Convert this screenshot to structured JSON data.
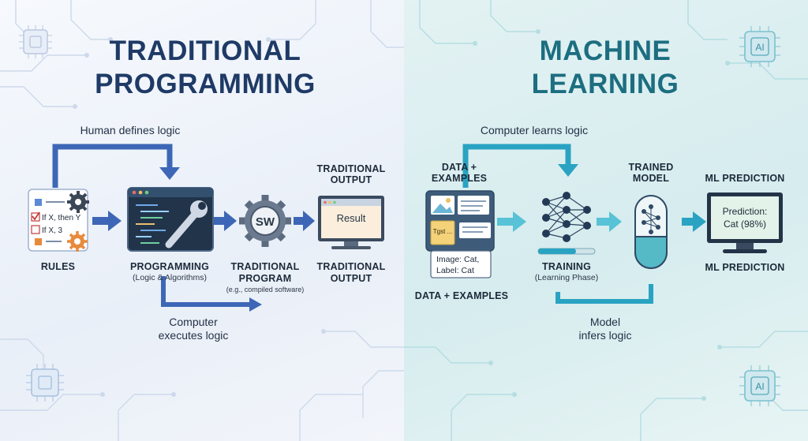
{
  "left": {
    "title": [
      "TRADITIONAL",
      "PROGRAMMING"
    ],
    "human_defines_logic": "Human defines logic",
    "rules": {
      "caption": "RULES",
      "line1": "If X, then Y",
      "line2": "If X, 3"
    },
    "programming": {
      "caption": "PROGRAMMING",
      "sub": "(Logic & Algorithms)"
    },
    "program": {
      "icon_text": "SW",
      "caption": "TRADITIONAL",
      "caption2": "PROGRAM",
      "sub": "(e.g., compiled software)"
    },
    "output": {
      "top1": "TRADITIONAL",
      "top2": "OUTPUT",
      "screen": "Result",
      "bottom1": "TRADITIONAL",
      "bottom2": "OUTPUT"
    },
    "computer_executes": [
      "Computer",
      "executes logic"
    ]
  },
  "right": {
    "title": [
      "MACHINE",
      "LEARNING"
    ],
    "computer_learns_logic": "Computer learns logic",
    "data": {
      "top1": "DATA +",
      "top2": "EXAMPLES",
      "tag": "Tgst ...",
      "label1": "Image: Cat,",
      "label2": "Label: Cat",
      "bottom": "DATA + EXAMPLES"
    },
    "training": {
      "caption": "TRAINING",
      "sub": "(Learning Phase)"
    },
    "model": {
      "top1": "TRAINED",
      "top2": "MODEL"
    },
    "prediction": {
      "top": "ML PREDICTION",
      "screen1": "Prediction:",
      "screen2": "Cat (98%)",
      "bottom": "ML PREDICTION"
    },
    "model_infers": [
      "Model",
      "infers logic"
    ],
    "chip_text": "AI"
  },
  "colors": {
    "left_title": "#1f3a66",
    "right_title": "#1c6e80",
    "left_arrow": "#3d67b6",
    "right_arrow": "#2aa3c2",
    "dark_screen": "#233449"
  }
}
